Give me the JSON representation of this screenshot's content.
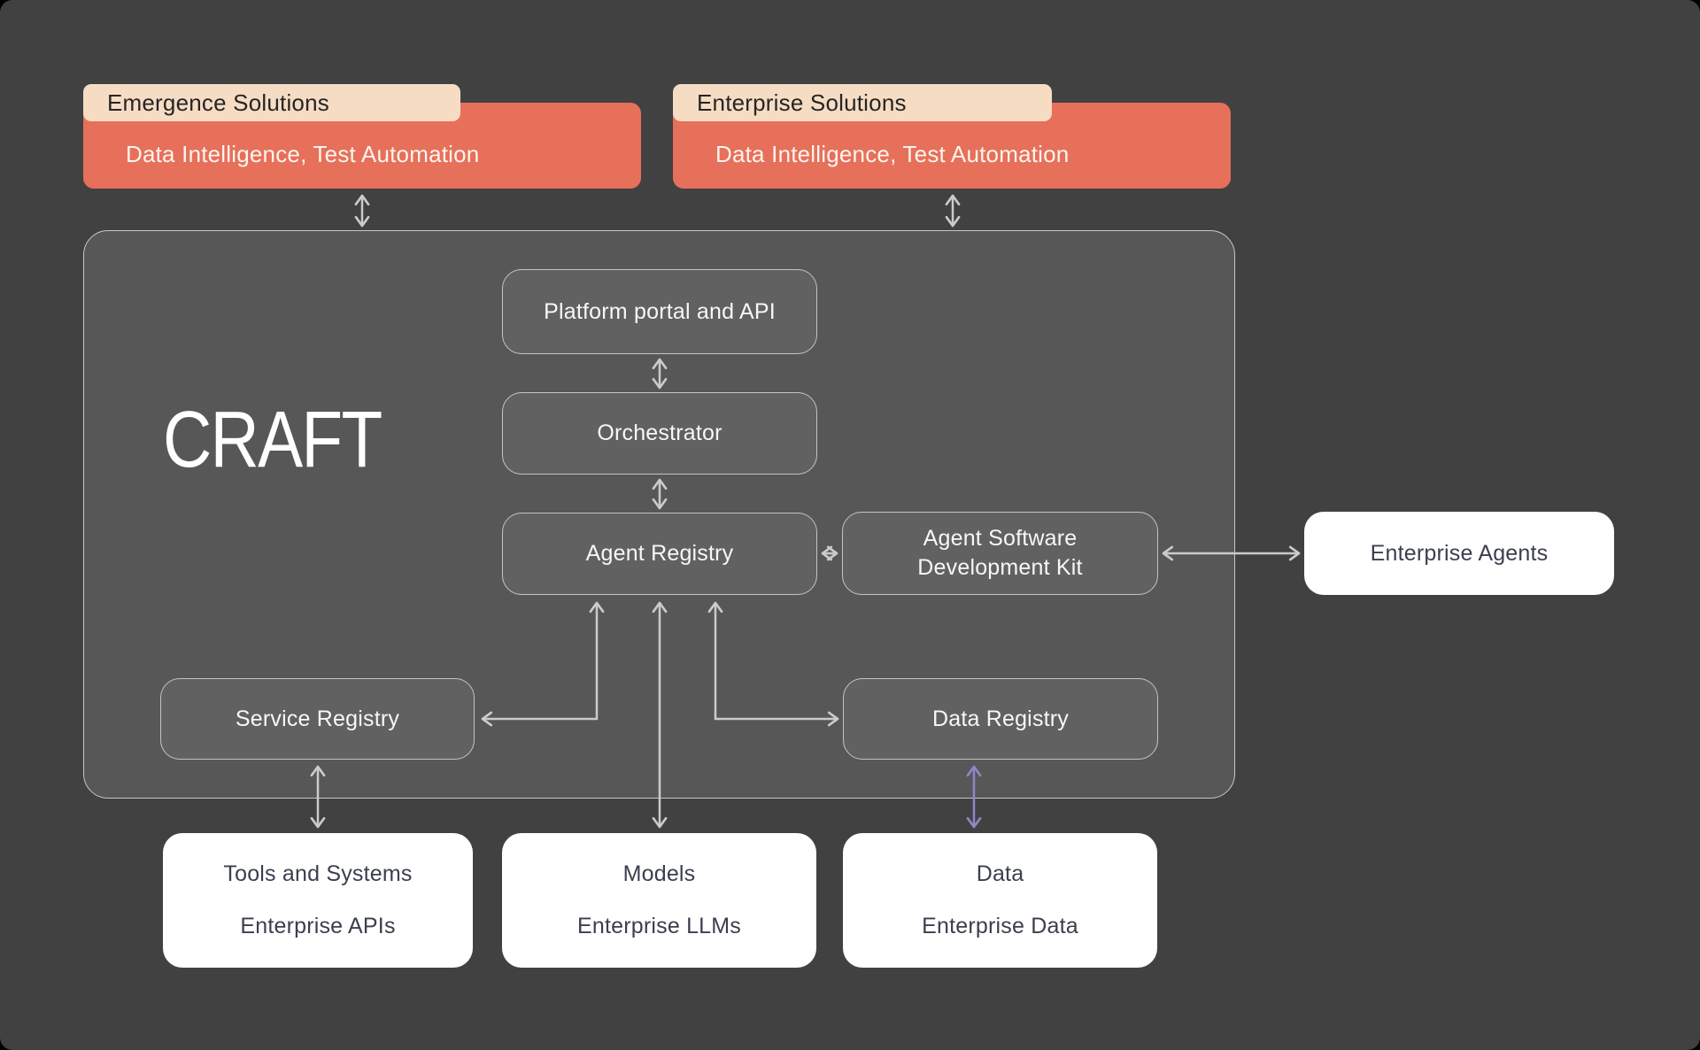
{
  "solutions": [
    {
      "tab": "Emergence Solutions",
      "body": "Data Intelligence, Test Automation"
    },
    {
      "tab": "Enterprise Solutions",
      "body": "Data Intelligence, Test Automation"
    }
  ],
  "platform": {
    "logo": "CRAFT",
    "modules": {
      "portal": "Platform portal and API",
      "orchestrator": "Orchestrator",
      "agent_registry": "Agent Registry",
      "agent_sdk": {
        "line1": "Agent Software",
        "line2": "Development Kit"
      },
      "service_registry": "Service Registry",
      "data_registry": "Data Registry"
    }
  },
  "external": {
    "enterprise_agents": "Enterprise Agents",
    "tools": {
      "line1": "Tools and Systems",
      "line2": "Enterprise APIs"
    },
    "models": {
      "line1": "Models",
      "line2": "Enterprise LLMs"
    },
    "data": {
      "line1": "Data",
      "line2": "Enterprise Data"
    }
  },
  "colors": {
    "background": "#414141",
    "container_fill": "#575757",
    "node_gray_fill": "#616161",
    "accent_orange": "#E7705A",
    "accent_peach": "#F7DCC4",
    "connector_gray": "#CBCBCB",
    "connector_purple": "#8D87C3",
    "node_white_text": "#3B3F4D"
  }
}
